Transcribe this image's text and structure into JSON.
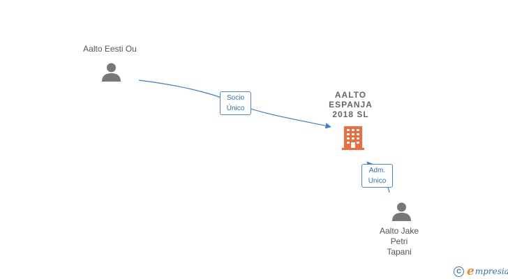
{
  "nodes": {
    "shareholder": {
      "name": "Aalto Eesti Ou",
      "icon": "person-icon"
    },
    "company": {
      "name_lines": [
        "AALTO",
        "ESPANJA",
        "2018  SL"
      ],
      "icon": "building-icon"
    },
    "administrator": {
      "name_lines": [
        "Aalto Jake",
        "Petri",
        "Tapani"
      ],
      "icon": "person-icon"
    }
  },
  "edges": {
    "socio": {
      "label_lines": [
        "Socio",
        "Único"
      ]
    },
    "adm": {
      "label_lines": [
        "Adm.",
        "Unico"
      ]
    }
  },
  "brand": {
    "copyright": "C",
    "initial": "e",
    "rest": "mpresia"
  },
  "colors": {
    "edge": "#3a7bd5",
    "company_icon": "#f26a3c",
    "person_icon": "#777777"
  }
}
